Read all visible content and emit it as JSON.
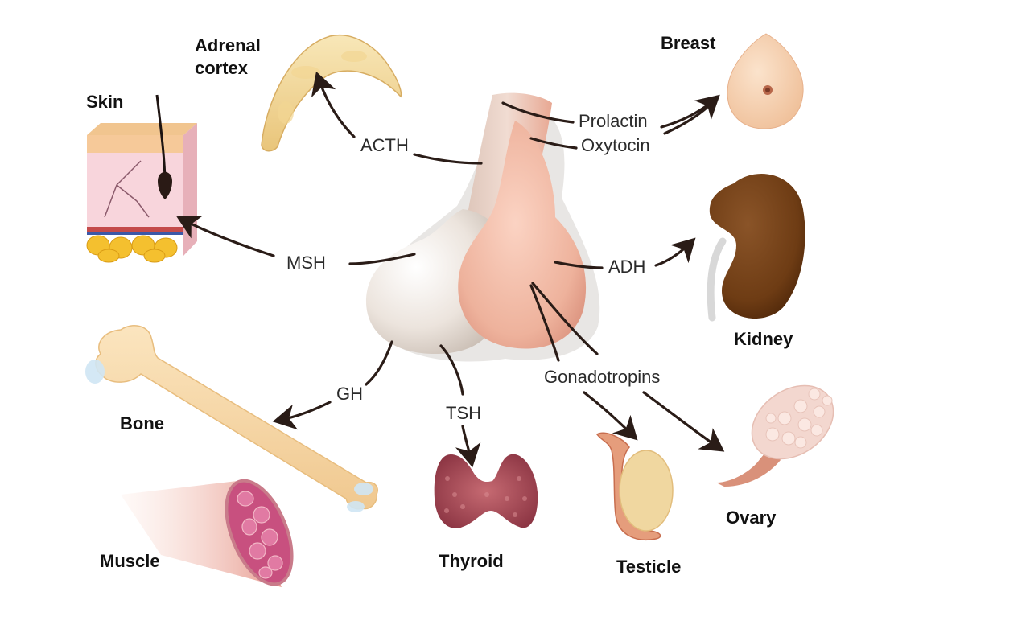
{
  "hormones": {
    "acth": "ACTH",
    "prolactin": "Prolactin",
    "oxytocin": "Oxytocin",
    "msh": "MSH",
    "adh": "ADH",
    "gh": "GH",
    "tsh": "TSH",
    "gonadotropins": "Gonadotropins"
  },
  "organs": {
    "adrenal_line1": "Adrenal",
    "adrenal_line2": "cortex",
    "breast": "Breast",
    "skin": "Skin",
    "kidney": "Kidney",
    "bone": "Bone",
    "muscle": "Muscle",
    "thyroid": "Thyroid",
    "testicle": "Testicle",
    "ovary": "Ovary"
  },
  "colors": {
    "arrow": "#2a1c17",
    "pituitary_anterior": "#ece4dd",
    "pituitary_posterior": "#efb9a4",
    "kidney": "#6e3c14",
    "thyroid": "#a8505a",
    "muscle": "#c8507f",
    "bone": "#f6d7a8",
    "breast": "#f7d3b3",
    "ovary": "#f3d7cf",
    "adrenal": "#f3dca1"
  }
}
